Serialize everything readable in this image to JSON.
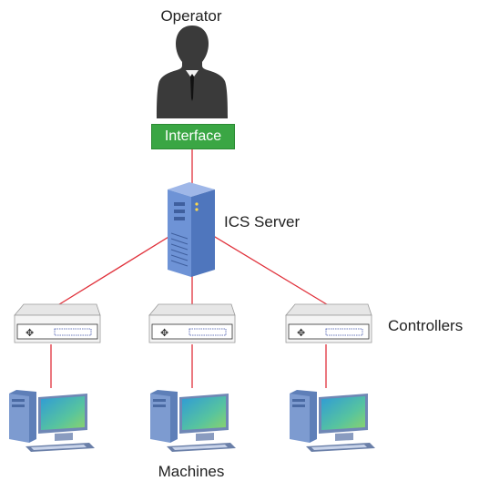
{
  "operator_label": "Operator",
  "interface_label": "Interface",
  "server_label": "ICS Server",
  "controllers_label": "Controllers",
  "machines_label": "Machines",
  "colors": {
    "link": "#e0303a",
    "interface": "#3aa644",
    "server": "#5f86c8",
    "person": "#3a3a3a"
  }
}
